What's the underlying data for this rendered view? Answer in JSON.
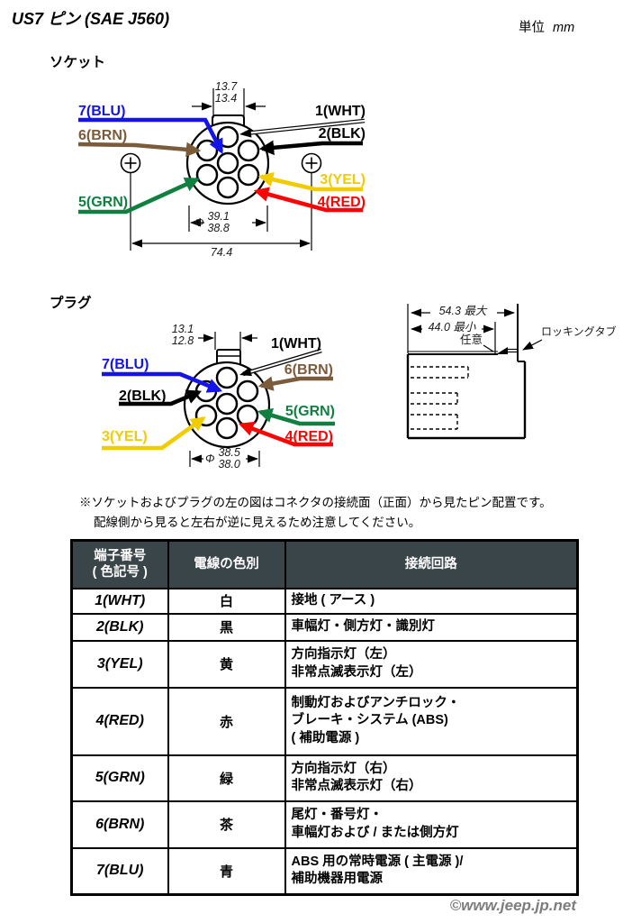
{
  "page": {
    "title": "US7 ピン (SAE J560)",
    "unit_label": "単位",
    "unit_value": "mm",
    "footer_credit": "©www.jeep.jp.net"
  },
  "sections": {
    "socket": "ソケット",
    "plug": "プラグ"
  },
  "pins": {
    "p1": {
      "label": "1(WHT)",
      "color": "#000000"
    },
    "p2": {
      "label": "2(BLK)",
      "color": "#000000"
    },
    "p3": {
      "label": "3(YEL)",
      "color": "#f0cc00"
    },
    "p4": {
      "label": "4(RED)",
      "color": "#fb0404"
    },
    "p5": {
      "label": "5(GRN)",
      "color": "#0f8040"
    },
    "p6": {
      "label": "6(BRN)",
      "color": "#7c5b3a"
    },
    "p7": {
      "label": "7(BLU)",
      "color": "#1414e8"
    }
  },
  "socket_dims": {
    "tab_upper": "13.7",
    "tab_lower": "13.4",
    "dia_symbol": "Φ",
    "dia_upper": "39.1",
    "dia_lower": "38.8",
    "overall_width": "74.4"
  },
  "plug_dims": {
    "tab_upper": "13.1",
    "tab_lower": "12.8",
    "dia_symbol": "Φ",
    "dia_upper": "38.5",
    "dia_lower": "38.0"
  },
  "side_view": {
    "dim_max": "54.3 最大",
    "dim_min": "44.0 最小",
    "optional_label": "任意",
    "locking_tab_label": "ロッキングタブ"
  },
  "note": {
    "line1": "※ソケットおよびプラグの左の図はコネクタの接続面（正面）から見たピン配置です。",
    "line2": "配線側から見ると左右が逆に見えるため注意してください。"
  },
  "table": {
    "header_bg": "#394549",
    "headers": {
      "pin": "端子番号\n( 色記号 )",
      "wire_color": "電線の色別",
      "circuit": "接続回路"
    },
    "rows": [
      {
        "pin": "1(WHT)",
        "color": "白",
        "circuit": "接地 ( アース )"
      },
      {
        "pin": "2(BLK)",
        "color": "黒",
        "circuit": "車幅灯・側方灯・識別灯"
      },
      {
        "pin": "3(YEL)",
        "color": "黄",
        "circuit": "方向指示灯（左）\n非常点滅表示灯（左）"
      },
      {
        "pin": "4(RED)",
        "color": "赤",
        "circuit": "制動灯およびアンチロック・\nブレーキ・システム (ABS)\n( 補助電源 )"
      },
      {
        "pin": "5(GRN)",
        "color": "緑",
        "circuit": "方向指示灯（右）\n非常点滅表示灯（右）"
      },
      {
        "pin": "6(BRN)",
        "color": "茶",
        "circuit": "尾灯・番号灯・\n車幅灯および / または側方灯"
      },
      {
        "pin": "7(BLU)",
        "color": "青",
        "circuit": "ABS 用の常時電源 ( 主電源 )/\n補助機器用電源"
      }
    ]
  }
}
